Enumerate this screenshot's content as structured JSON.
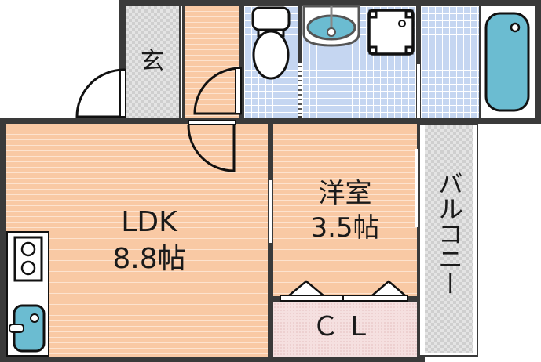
{
  "floor_plan": {
    "rooms": {
      "entrance": {
        "label": "玄"
      },
      "ldk": {
        "name": "LDK",
        "size": "8.8帖"
      },
      "western_room": {
        "name": "洋室",
        "size": "3.5帖"
      },
      "closet": {
        "label": "ＣＬ"
      },
      "balcony": {
        "label": "バルコニー"
      }
    },
    "fixtures": [
      "toilet-icon",
      "washbasin-icon",
      "washing-machine-icon",
      "bathtub-icon",
      "stove-icon",
      "kitchen-sink-icon"
    ],
    "colors": {
      "wall": "#3a3a3a",
      "wood_floor": "#f9c9a4",
      "tile_floor": "#c5d6f1",
      "fixture_blue": "#6bbcd1",
      "closet_floor": "#f5e0e0",
      "balcony_floor": "#e4e4e4"
    }
  }
}
